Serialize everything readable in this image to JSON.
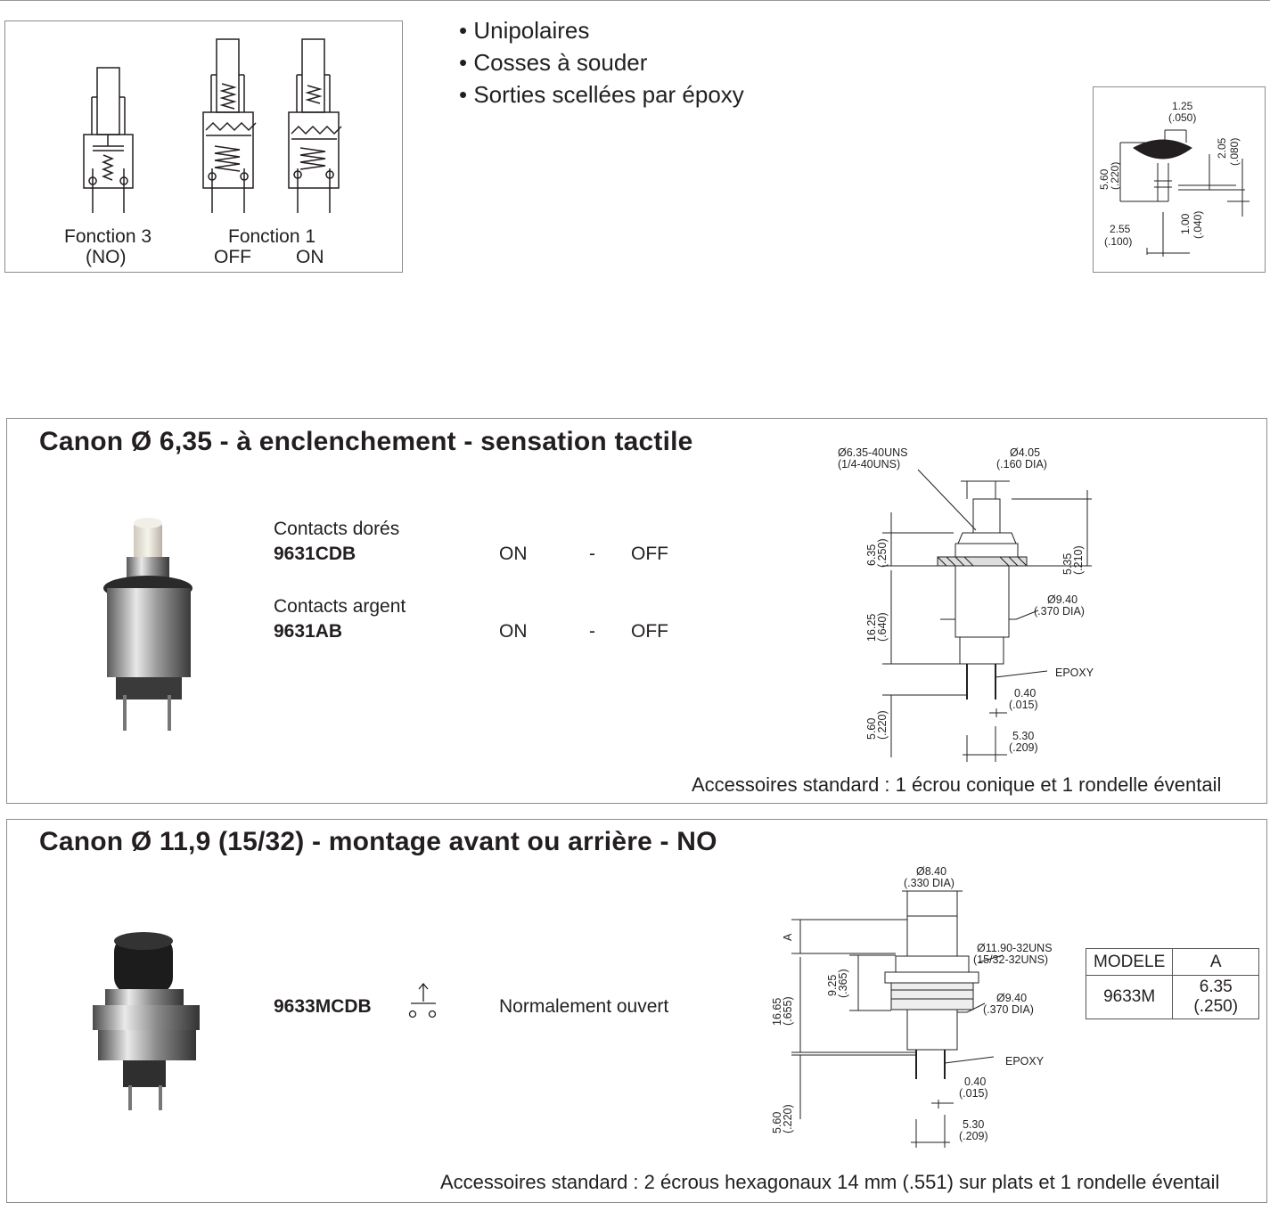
{
  "diagram_functions": {
    "fonction3": {
      "label": "Fonction 3",
      "sub": "(NO)"
    },
    "fonction1": {
      "label": "Fonction 1",
      "off": "OFF",
      "on": "ON"
    }
  },
  "features": [
    "• Unipolaires",
    "• Cosses à souder",
    "• Sorties scellées par époxy"
  ],
  "small_dim": {
    "d1": "1.25",
    "d1i": "(.050)",
    "d2": "2.05",
    "d2i": "(.080)",
    "d3": "5.60",
    "d3i": "(.220)",
    "d4": "1.00",
    "d4i": "(.040)",
    "d5": "2.55",
    "d5i": "(.100)"
  },
  "section1": {
    "title": "Canon Ø 6,35 - à enclenchement - sensation tactile",
    "variants": [
      {
        "contact": "Contacts dorés",
        "model": "9631CDB",
        "state1": "ON",
        "dash": "-",
        "state2": "OFF"
      },
      {
        "contact": "Contacts argent",
        "model": "9631AB",
        "state1": "ON",
        "dash": "-",
        "state2": "OFF"
      }
    ],
    "dims": {
      "thread": "Ø6.35-40UNS",
      "thread_i": "(1/4-40UNS)",
      "cap": "Ø4.05",
      "cap_i": "(.160 DIA)",
      "h1": "6.35",
      "h1i": "(.250)",
      "h2": "5.35",
      "h2i": "(.210)",
      "body": "Ø9.40",
      "body_i": "(.370 DIA)",
      "len": "16.25",
      "len_i": "(.640)",
      "epoxy": "EPOXY",
      "pin": "0.40",
      "pin_i": "(.015)",
      "pinlen": "5.60",
      "pinlen_i": "(.220)",
      "pitch": "5.30",
      "pitch_i": "(.209)"
    },
    "accessories": "Accessoires standard : 1 écrou conique et 1 rondelle éventail"
  },
  "section2": {
    "title": "Canon Ø 11,9 (15/32) - montage avant ou arrière - NO",
    "model": "9633MCDB",
    "description": "Normalement ouvert",
    "dims": {
      "cap": "Ø8.40",
      "cap_i": "(.330 DIA)",
      "a": "A",
      "thread": "Ø11.90-32UNS",
      "thread_i": "(15/32-32UNS)",
      "h1": "9.25",
      "h1i": "(.365)",
      "body": "Ø9.40",
      "body_i": "(.370 DIA)",
      "len": "16.65",
      "len_i": "(.655)",
      "epoxy": "EPOXY",
      "pin": "0.40",
      "pin_i": "(.015)",
      "pinlen": "5.60",
      "pinlen_i": "(.220)",
      "pitch": "5.30",
      "pitch_i": "(.209)"
    },
    "table": {
      "headers": [
        "MODELE",
        "A"
      ],
      "rows": [
        [
          "9633M",
          "6.35 (.250)"
        ]
      ]
    },
    "accessories": "Accessoires standard : 2 écrous hexagonaux 14 mm (.551) sur plats et 1 rondelle éventail"
  }
}
